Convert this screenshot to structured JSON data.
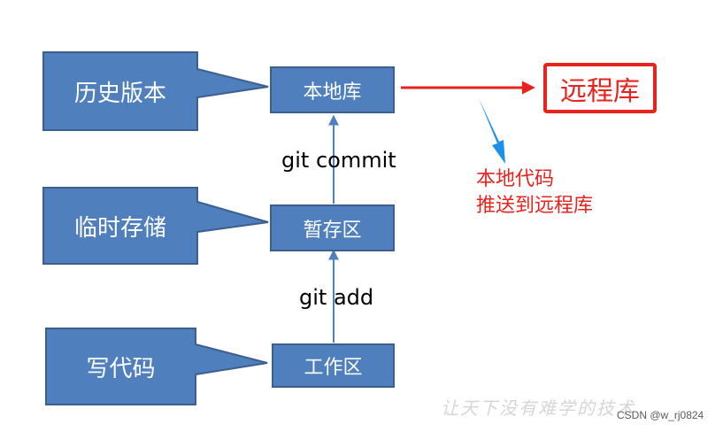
{
  "callouts": {
    "history": "历史版本",
    "staging": "临时存储",
    "writing": "写代码"
  },
  "stages": {
    "local_repo": "本地库",
    "staging_area": "暂存区",
    "workspace": "工作区"
  },
  "commands": {
    "commit": "git commit",
    "add": "git add"
  },
  "remote": {
    "label": "远程库",
    "note_line1": "本地代码",
    "note_line2": "推送到远程库"
  },
  "watermark": {
    "text": "让天下没有难学的技术",
    "credit": "CSDN @w_rj0824"
  },
  "colors": {
    "box_fill": "#4f7fbd",
    "box_border": "#3b5f8e",
    "accent_red": "#e8221c",
    "accent_blue": "#1e90e8"
  }
}
